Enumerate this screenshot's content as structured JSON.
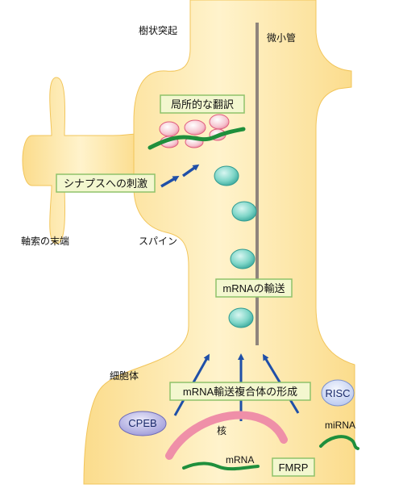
{
  "labels": {
    "dendrite": "樹状突起",
    "microtubule": "微小管",
    "local_translation": "局所的な翻訳",
    "synaptic_stimulus": "シナプスへの刺激",
    "axon_terminal": "軸索の末端",
    "spine": "スパイン",
    "mrna_transport": "mRNAの輸送",
    "cell_body": "細胞体",
    "transport_complex": "mRNA輸送複合体の形成",
    "risc": "RISC",
    "cpeb": "CPEB",
    "nucleus": "核",
    "mirna": "miRNA",
    "mrna": "mRNA",
    "fmrp": "FMRP"
  },
  "colors": {
    "cell_fill": "#fbe29e",
    "cell_outline": "#f2c55a",
    "box_fill": "#f3f7cf",
    "box_stroke": "#8fc26a",
    "mrna_green": "#1f8f3c",
    "ribosome_pink": "#f6c4cf",
    "ribosome_stroke": "#e05c7d",
    "granule_teal": "#7fd6c8",
    "granule_stroke": "#2f9a90",
    "arrow_blue": "#1f4fa8",
    "microtubule": "#8f857c",
    "nucleus_pink": "#ef8fa8",
    "oval_purple": "#b8b6e6"
  }
}
